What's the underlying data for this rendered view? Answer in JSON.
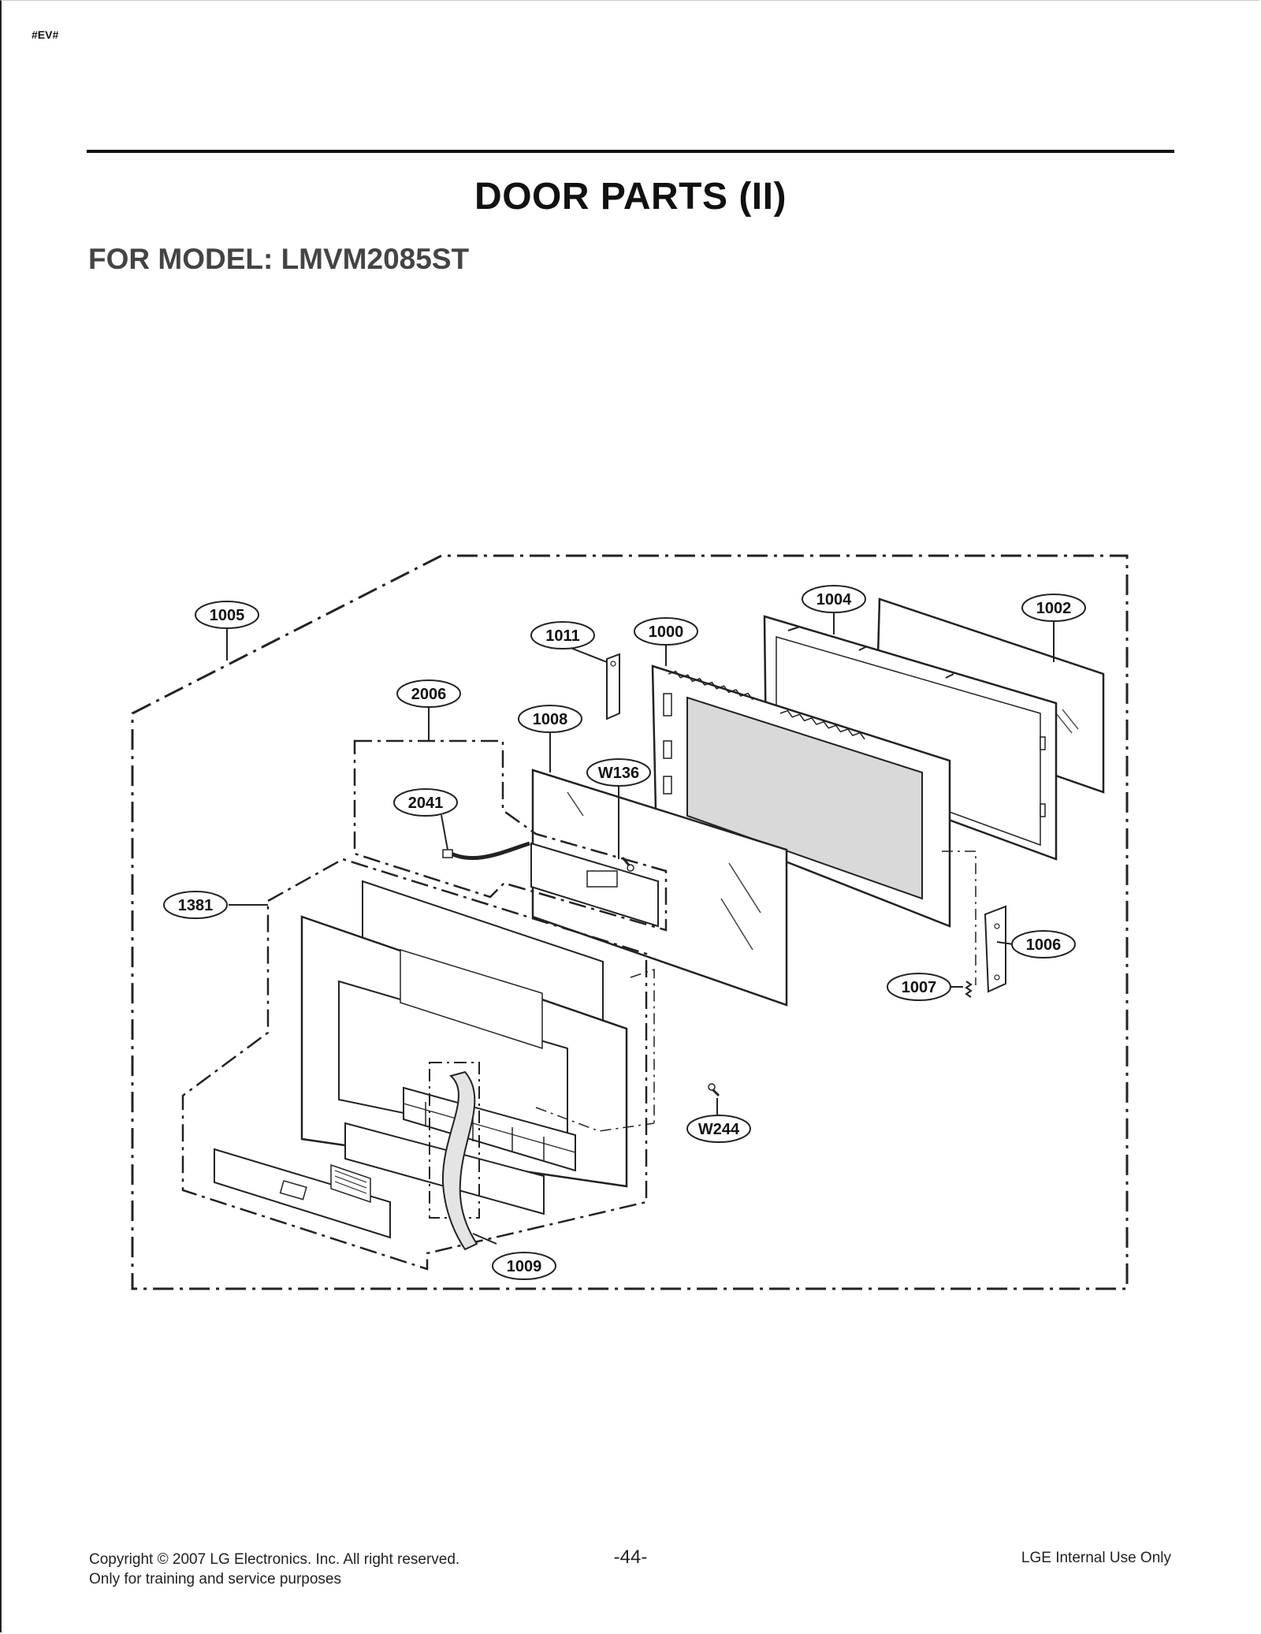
{
  "doc": {
    "corner_tag": "#EV#",
    "title": "DOOR PARTS (II)",
    "model_label": "FOR MODEL: LMVM2085ST"
  },
  "callouts": {
    "p1005": "1005",
    "p1011": "1011",
    "p1000": "1000",
    "p1004": "1004",
    "p1002": "1002",
    "p2006": "2006",
    "p1008": "1008",
    "pW136": "W136",
    "p2041": "2041",
    "p1381": "1381",
    "p1006": "1006",
    "p1007": "1007",
    "pW244": "W244",
    "p1009": "1009"
  },
  "footer": {
    "copyright": "Copyright © 2007 LG Electronics. Inc. All right reserved.",
    "purpose": "Only for training and service purposes",
    "page_number": "-44-",
    "internal": "LGE Internal Use Only"
  }
}
